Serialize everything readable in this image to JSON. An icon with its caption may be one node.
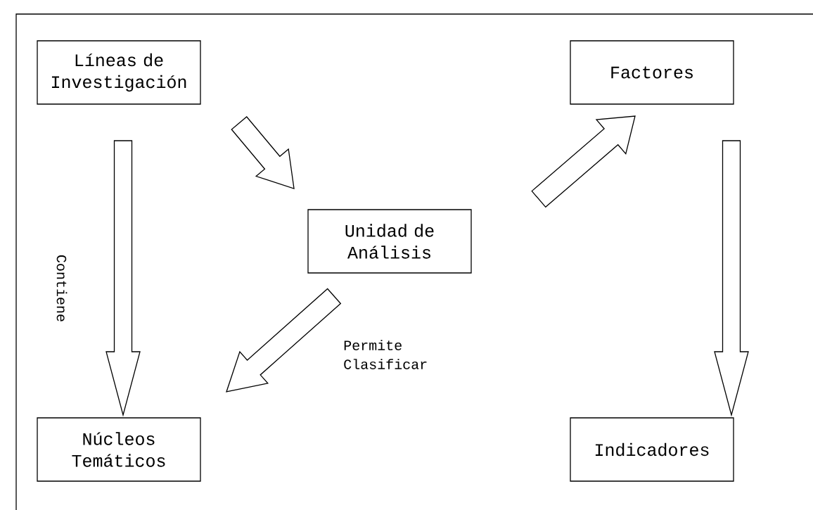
{
  "diagram": {
    "nodes": [
      {
        "text": [
          "Líneas de Investigación"
        ]
      },
      {
        "text": [
          "Factores"
        ]
      },
      {
        "text": [
          "Unidad de Análisis"
        ]
      },
      {
        "text": [
          "Núcleos Temáticos"
        ]
      },
      {
        "text": [
          "Indicadores"
        ]
      }
    ],
    "edges": [
      {
        "from": 0,
        "to": 3,
        "arrow": "to",
        "label": "Contiene"
      },
      {
        "from": 0,
        "to": 2,
        "arrow": "to"
      },
      {
        "from": 2,
        "to": 1,
        "arrow": "to"
      },
      {
        "from": 2,
        "to": 3,
        "arrow": "to",
        "label": "Permite Clasificar"
      },
      {
        "from": 1,
        "to": 4,
        "arrow": "to"
      }
    ]
  }
}
